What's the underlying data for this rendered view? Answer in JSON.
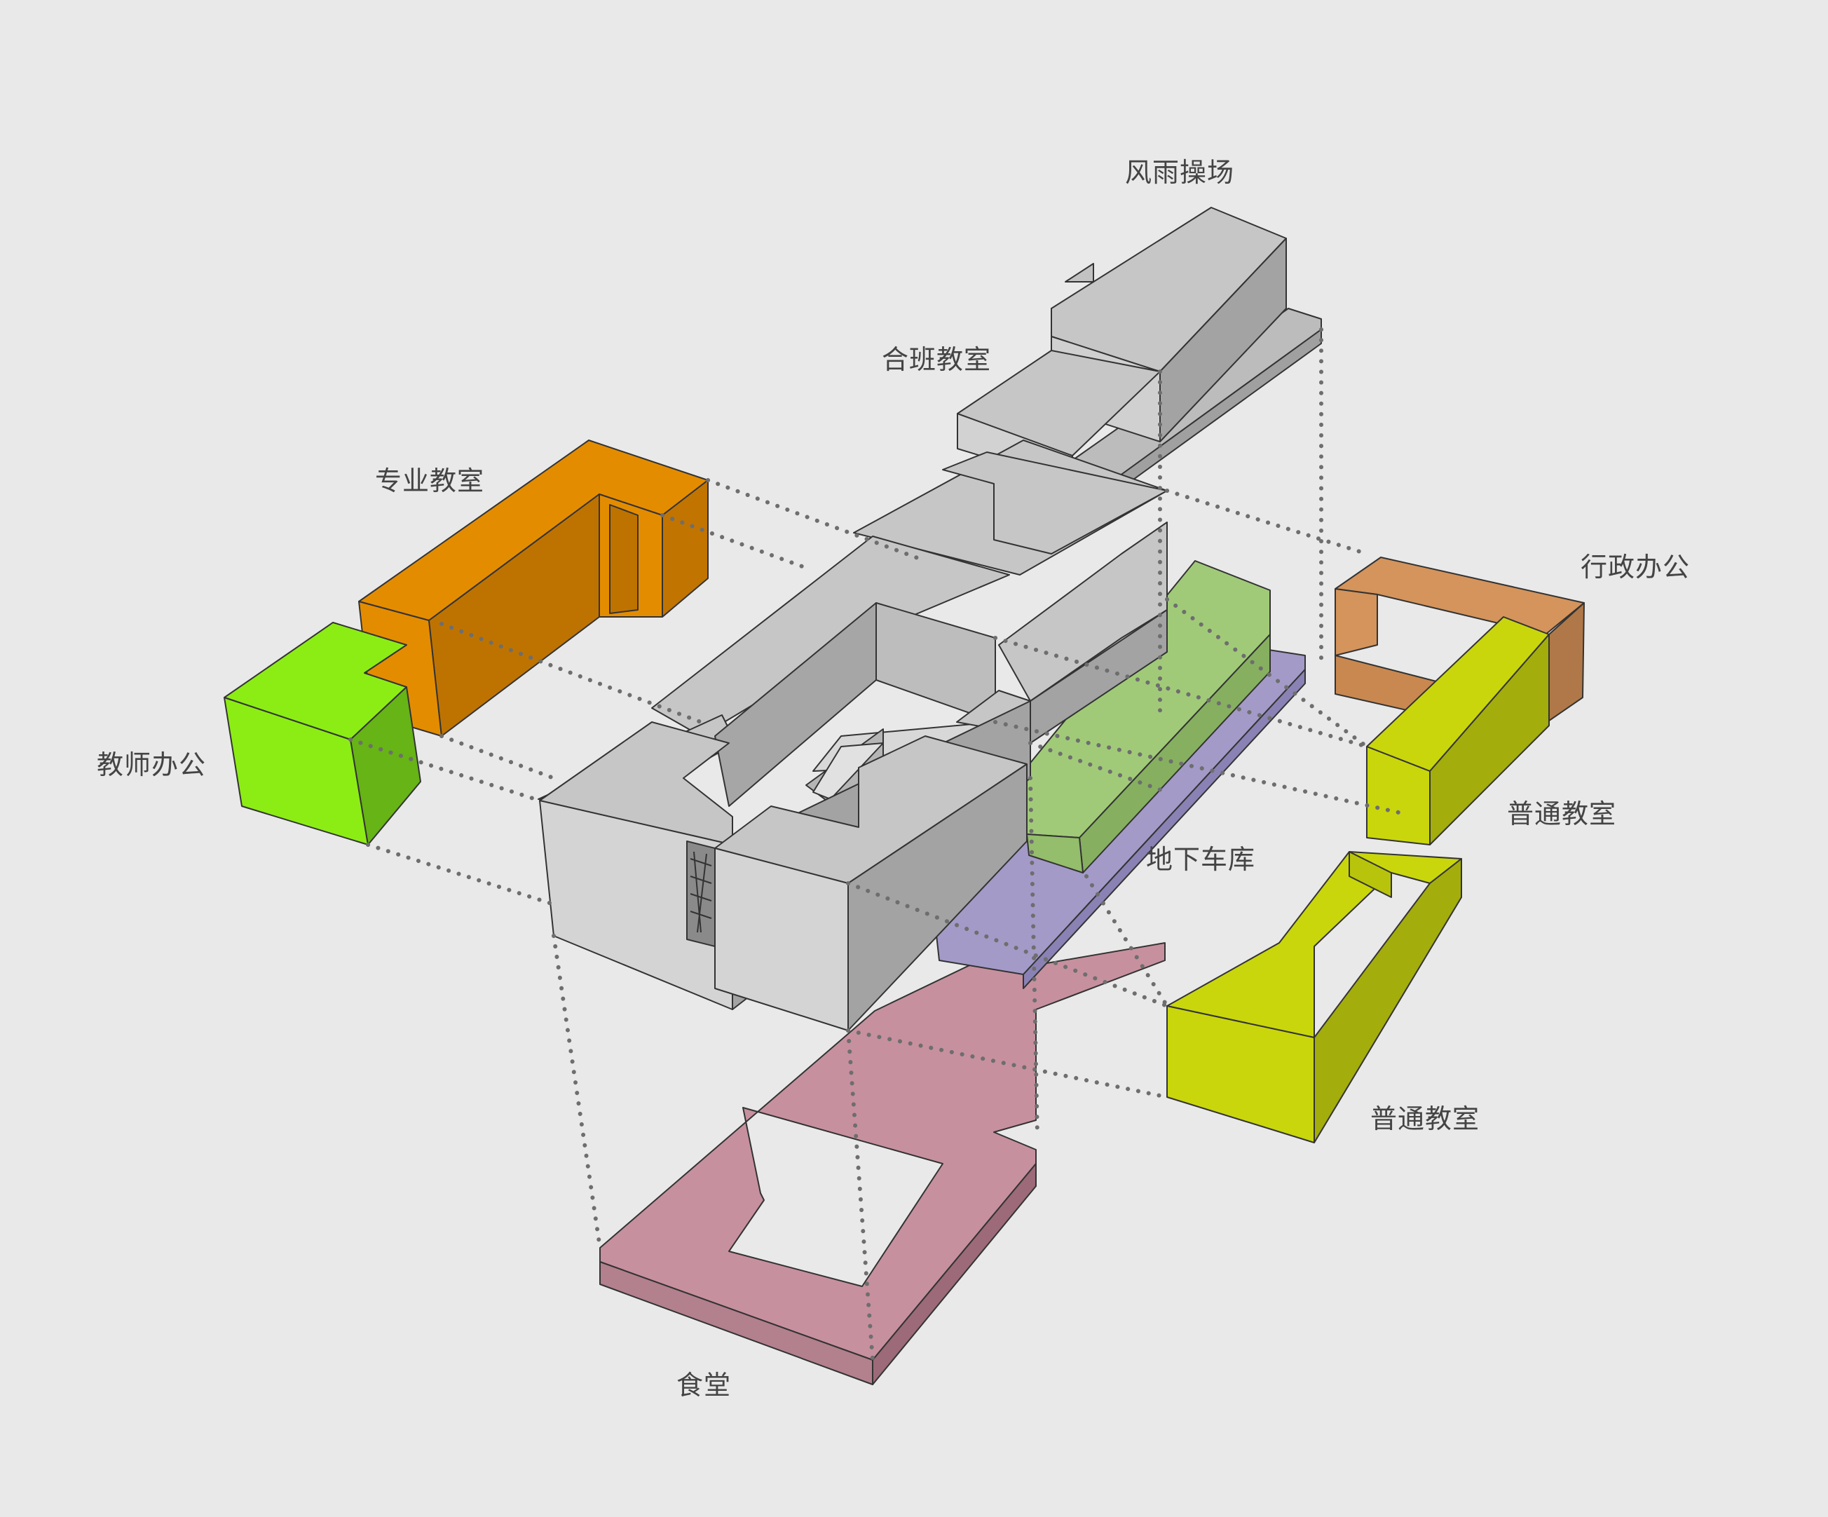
{
  "labels": {
    "covered_playground": "风雨操场",
    "combined_classroom": "合班教室",
    "specialized_classroom": "专业教室",
    "admin_office": "行政办公",
    "teacher_office": "教师办公",
    "general_classroom_1": "普通教室",
    "underground_garage": "地下车库",
    "general_classroom_2": "普通教室",
    "canteen": "食堂"
  },
  "colors": {
    "background": "#e9e9e9",
    "grey_top": "#c6c6c6",
    "grey_side": "#a3a3a3",
    "grey_front": "#d4d4d4",
    "orange_top": "#e48c00",
    "orange_side": "#be7300",
    "brown_top": "#d4945c",
    "brown_side": "#b07848",
    "lime_top": "#8ced14",
    "lime_side": "#66b415",
    "yellow_top": "#c9d60c",
    "yellow_side": "#a3ad0c",
    "green_slab": "#a0ca78",
    "purple_slab": "#a39ac8",
    "pink_slab": "#c7909f"
  }
}
